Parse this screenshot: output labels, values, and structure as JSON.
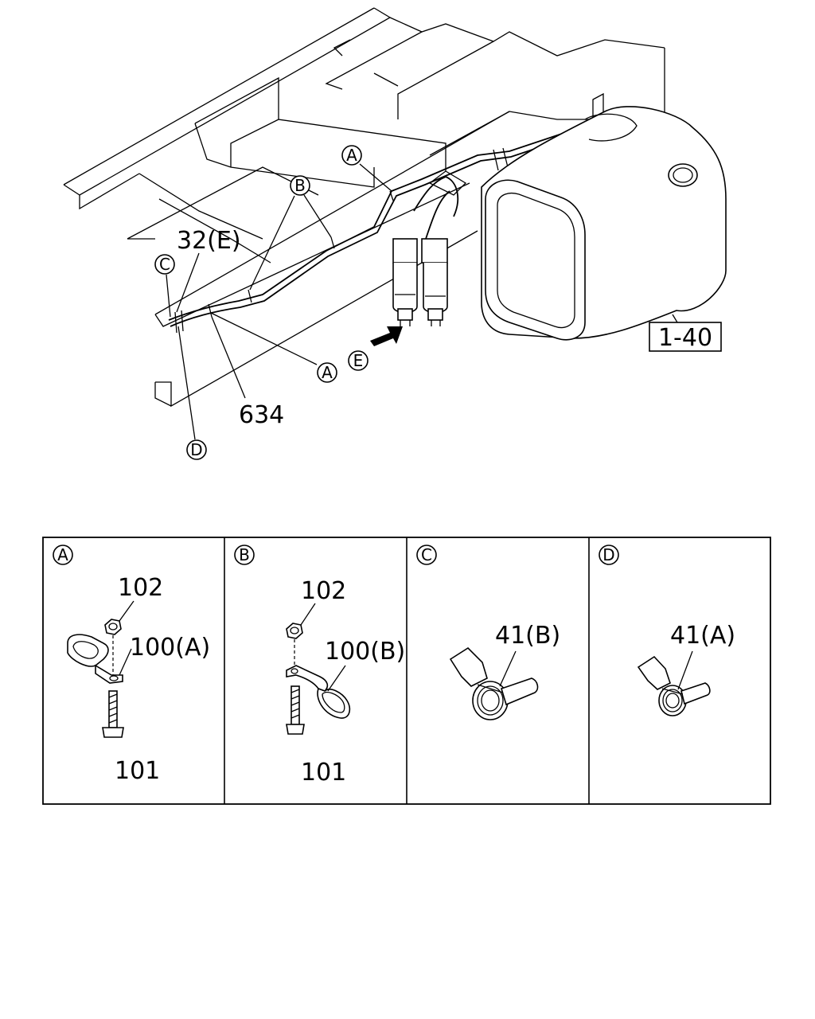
{
  "main_diagram": {
    "callouts": {
      "a_top": "A",
      "b_top": "B",
      "c_left": "C",
      "a_bottom": "A",
      "e_arrow": "E",
      "d_bottom": "D"
    },
    "part_labels": {
      "clip_e": "32(E)",
      "pipe": "634",
      "tank_ref": "1-40"
    }
  },
  "detail_panels": [
    {
      "id": "A",
      "labels": [
        "102",
        "100(A)",
        "101"
      ]
    },
    {
      "id": "B",
      "labels": [
        "102",
        "100(B)",
        "101"
      ]
    },
    {
      "id": "C",
      "labels": [
        "41(B)"
      ]
    },
    {
      "id": "D",
      "labels": [
        "41(A)"
      ]
    }
  ]
}
